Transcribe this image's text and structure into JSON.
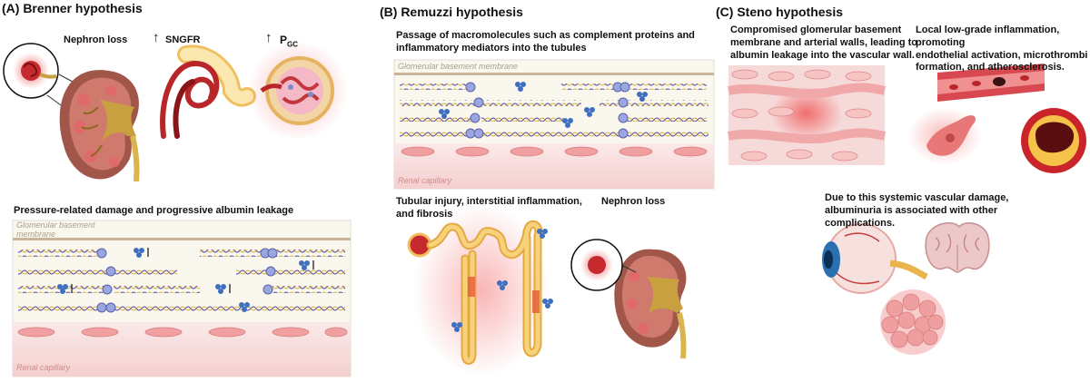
{
  "panels": {
    "brenner": {
      "title": "(A) Brenner hypothesis",
      "nephron_loss": "Nephron loss",
      "sngfr": "SNGFR",
      "pgc_main": "P",
      "pgc_sub": "GC",
      "up_arrow": "↑",
      "bottom_caption": "Pressure-related damage and progressive albumin leakage",
      "gbm_label_1": "Glomerular basement",
      "gbm_label_2": "membrane",
      "capillary_label": "Renal capillary"
    },
    "remuzzi": {
      "title": "(B) Remuzzi hypothesis",
      "top_caption_1": "Passage of macromolecules such as complement proteins and",
      "top_caption_2": "inflammatory mediators into the tubules",
      "gbm_label": "Glomerular basement membrane",
      "capillary_label": "Renal capillary",
      "tubular_caption_1": "Tubular injury, interstitial inflammation,",
      "tubular_caption_2": "and fibrosis",
      "nephron_loss": "Nephron loss"
    },
    "steno": {
      "title": "(C) Steno hypothesis",
      "caption_left_1": "Compromised glomerular basement",
      "caption_left_2": "membrane and arterial walls, leading to",
      "caption_left_3": "albumin leakage into the vascular wall.",
      "caption_right_1": "Local low-grade inflammation, promoting",
      "caption_right_2": "endothelial activation, microthrombi",
      "caption_right_3": "formation, and atherosclerosis.",
      "caption_bottom_1": "Due to this systemic vascular damage,",
      "caption_bottom_2": "albuminuria is associated with other",
      "caption_bottom_3": "complications."
    }
  },
  "colors": {
    "kidney_outer": "#a05a4a",
    "kidney_inner": "#c9746a",
    "pelvis": "#c8a040",
    "vessel_red": "#b8262a",
    "glow_red": "#f06060",
    "membrane_bg": "#f7f3ea",
    "capillary_bg": "#f9dede",
    "cell_pink": "#f2a6a6",
    "tubule": "#f0c060",
    "eye_blue": "#2a6fb0",
    "brain_pink": "#ecc8c8"
  }
}
